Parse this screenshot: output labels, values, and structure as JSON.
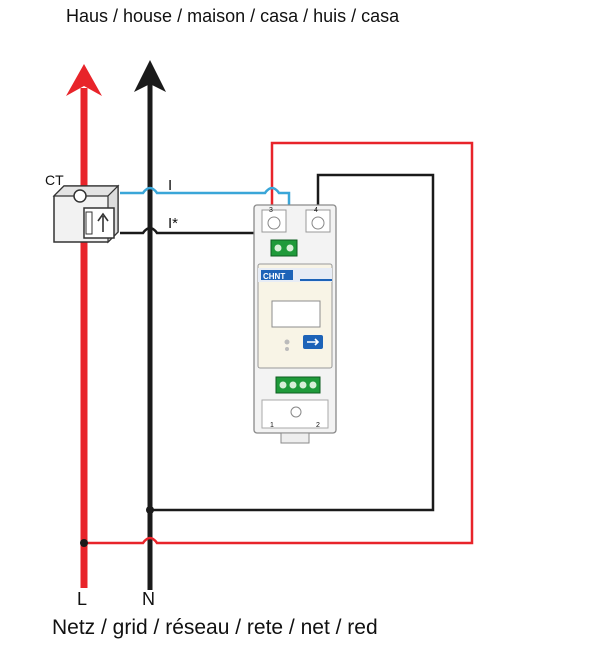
{
  "header": {
    "caption": "Haus / house / maison / casa / huis / casa"
  },
  "footer": {
    "caption": "Netz / grid / réseau / rete / net / red"
  },
  "lines": {
    "phase_label": "L",
    "neutral_label": "N"
  },
  "ct": {
    "label": "CT",
    "wire_i": "I",
    "wire_i_star": "I*"
  },
  "meter": {
    "brand": "CHNT",
    "top_terminals": [
      "3",
      "4"
    ],
    "bottom_terminals": [
      "1",
      "2"
    ]
  },
  "colors": {
    "phase": "#e8242a",
    "neutral": "#1a1a1a",
    "ct_wire": "#3aa6d8",
    "meter_body": "#f3f3f3",
    "terminal_green": "#1f9a3a",
    "brand_blue": "#1d63b8"
  }
}
